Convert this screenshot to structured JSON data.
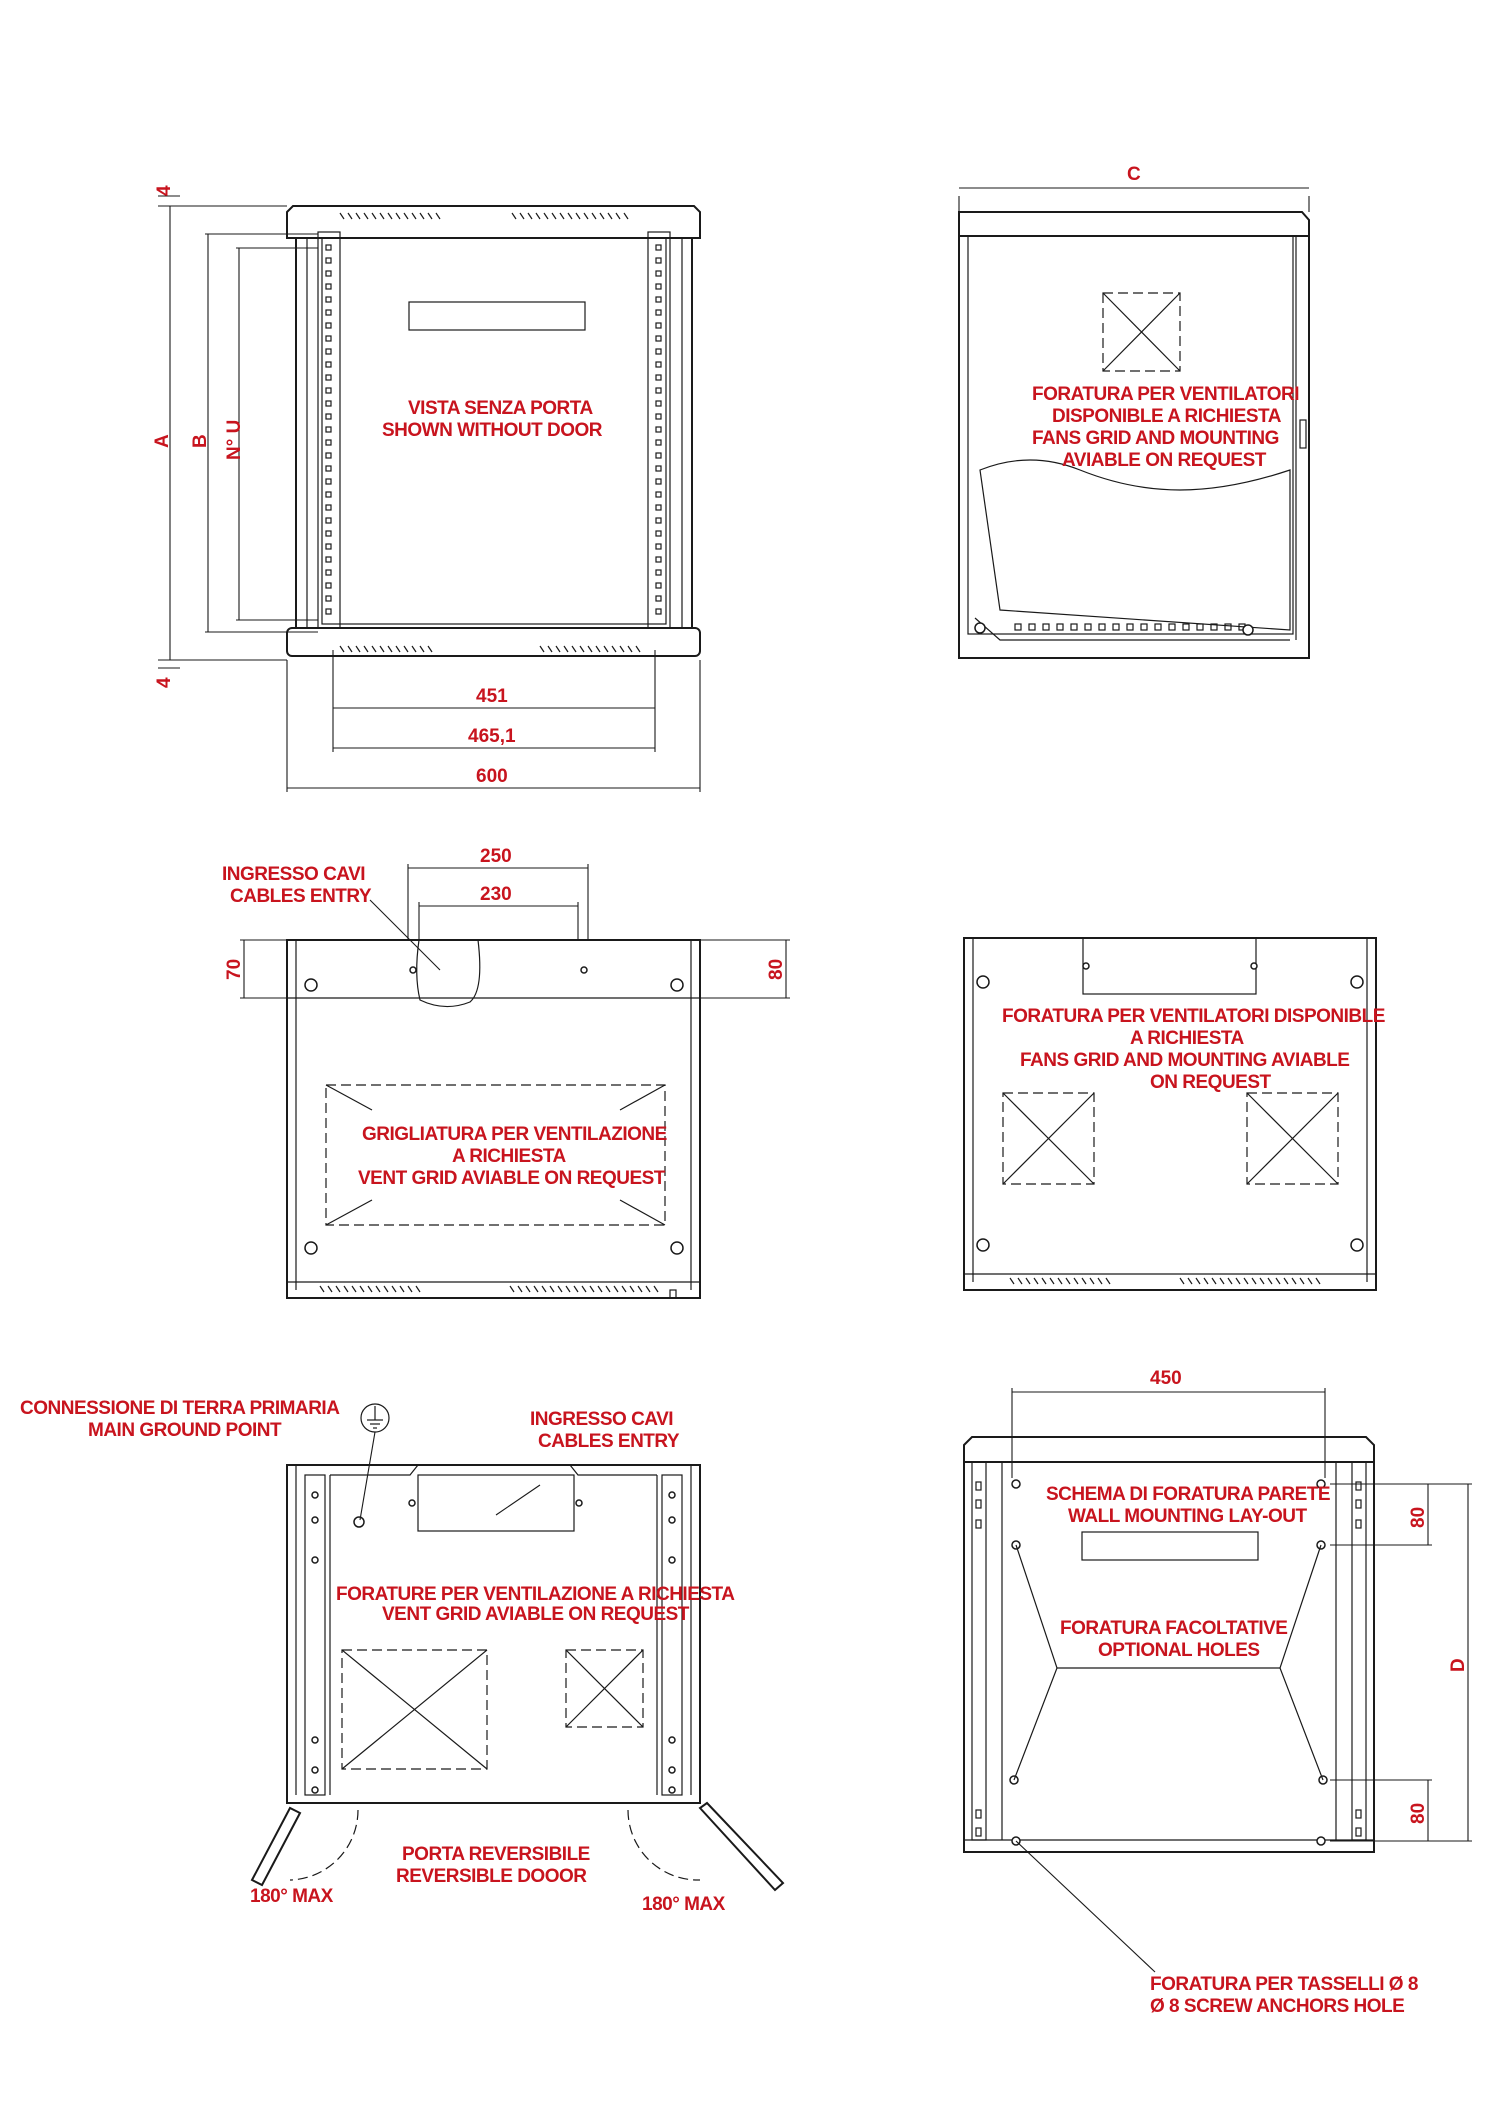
{
  "colors": {
    "annotation": "#c8141e",
    "line": "#1a1a1a",
    "background": "#ffffff"
  },
  "front_view": {
    "label_line1": "VISTA SENZA PORTA",
    "label_line2": "SHOWN WITHOUT DOOR",
    "dim_top": "4",
    "dim_bottom": "4",
    "dim_a": "A",
    "dim_b": "B",
    "dim_nu": "N° U",
    "dim_451": "451",
    "dim_465": "465,1",
    "dim_600": "600"
  },
  "side_view": {
    "dim_c": "C",
    "label_line1": "FORATURA PER VENTILATORI",
    "label_line2": "DISPONIBLE A RICHIESTA",
    "label_line3": "FANS GRID AND MOUNTING",
    "label_line4": "AVIABLE ON REQUEST"
  },
  "top_view": {
    "entry_line1": "INGRESSO CAVI",
    "entry_line2": "CABLES ENTRY",
    "dim_250": "250",
    "dim_230": "230",
    "dim_70": "70",
    "dim_80": "80",
    "vent_line1": "GRIGLIATURA PER VENTILAZIONE",
    "vent_line2": "A RICHIESTA",
    "vent_line3": "VENT GRID AVIABLE ON REQUEST"
  },
  "top_view_fans": {
    "line1": "FORATURA PER VENTILATORI DISPONIBLE",
    "line2": "A RICHIESTA",
    "line3": "FANS GRID AND MOUNTING AVIABLE",
    "line4": "ON REQUEST"
  },
  "bottom_view": {
    "ground_line1": "CONNESSIONE DI TERRA PRIMARIA",
    "ground_line2": "MAIN GROUND POINT",
    "entry_line1": "INGRESSO CAVI",
    "entry_line2": "CABLES ENTRY",
    "vent_line1": "FORATURE PER VENTILAZIONE A RICHIESTA",
    "vent_line2": "VENT GRID AVIABLE ON REQUEST",
    "door_line1": "PORTA REVERSIBILE",
    "door_line2": "REVERSIBLE DOOOR",
    "angle_left": "180°  MAX",
    "angle_right": "180°  MAX"
  },
  "rear_view": {
    "dim_450": "450",
    "dim_80_top": "80",
    "dim_80_bottom": "80",
    "dim_d": "D",
    "layout_line1": "SCHEMA DI FORATURA PARETE",
    "layout_line2": "WALL MOUNTING LAY-OUT",
    "optional_line1": "FORATURA FACOLTATIVE",
    "optional_line2": "OPTIONAL HOLES",
    "anchor_line1": "FORATURA PER TASSELLI  Ø 8",
    "anchor_line2": "Ø 8 SCREW ANCHORS HOLE"
  }
}
